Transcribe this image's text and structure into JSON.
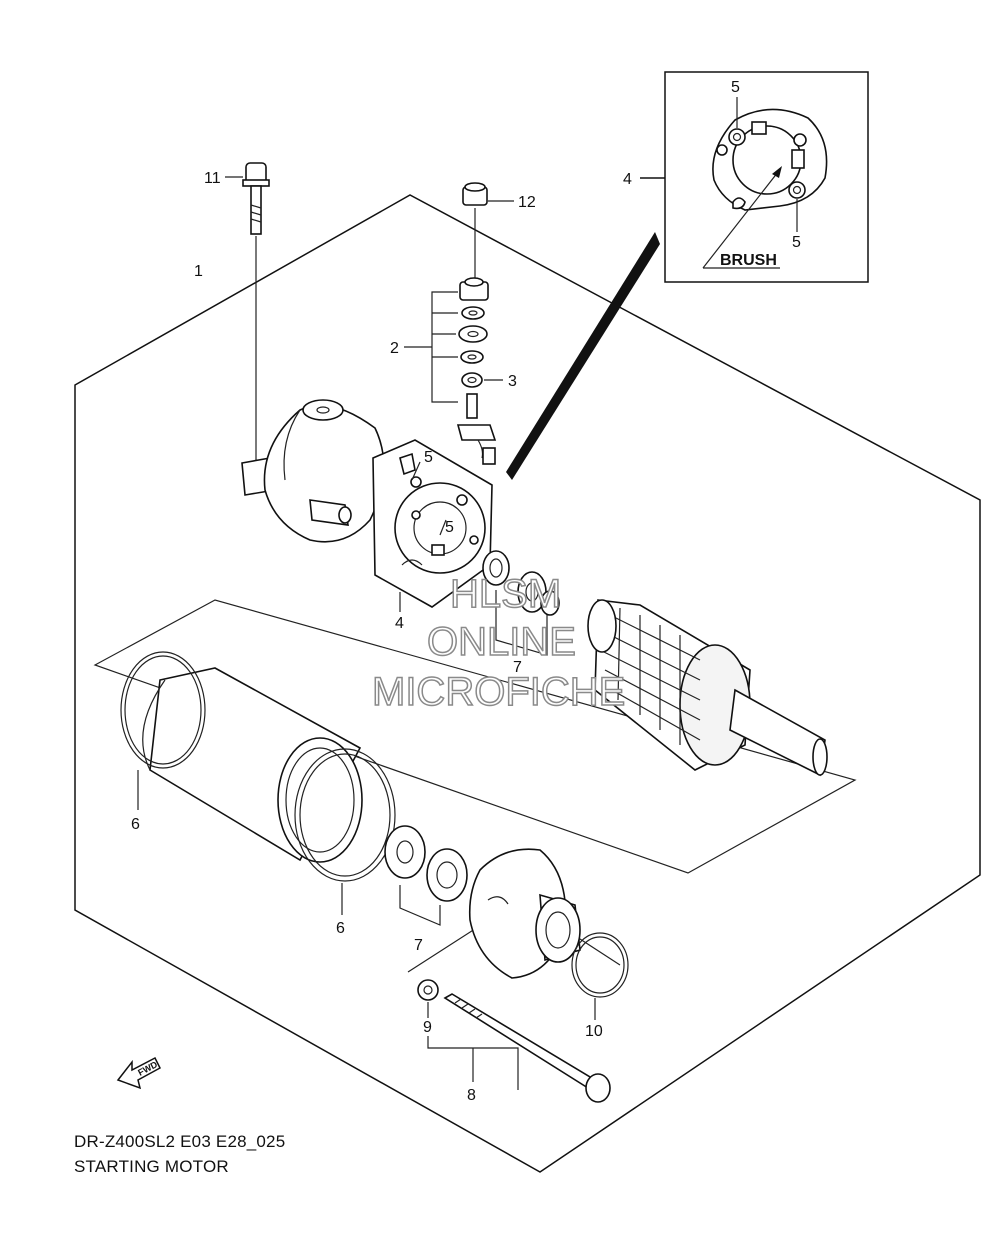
{
  "callouts": {
    "c1": "1",
    "c2": "2",
    "c3": "3",
    "c4": "4",
    "c4_inset": "4",
    "c5_a": "5",
    "c5_b": "5",
    "c5_inset_top": "5",
    "c5_inset_bottom": "5",
    "c6_a": "6",
    "c6_b": "6",
    "c7_a": "7",
    "c7_b": "7",
    "c8": "8",
    "c9": "9",
    "c10": "10",
    "c11": "11",
    "c12": "12"
  },
  "inset": {
    "brush_label": "BRUSH"
  },
  "fwd_label": "FWD",
  "watermark": {
    "line1": "HLSM",
    "line2": "ONLINE",
    "line3": "MICROFICHE"
  },
  "footer": {
    "model_code": "DR-Z400SL2 E03 E28_025",
    "title": "STARTING MOTOR"
  }
}
